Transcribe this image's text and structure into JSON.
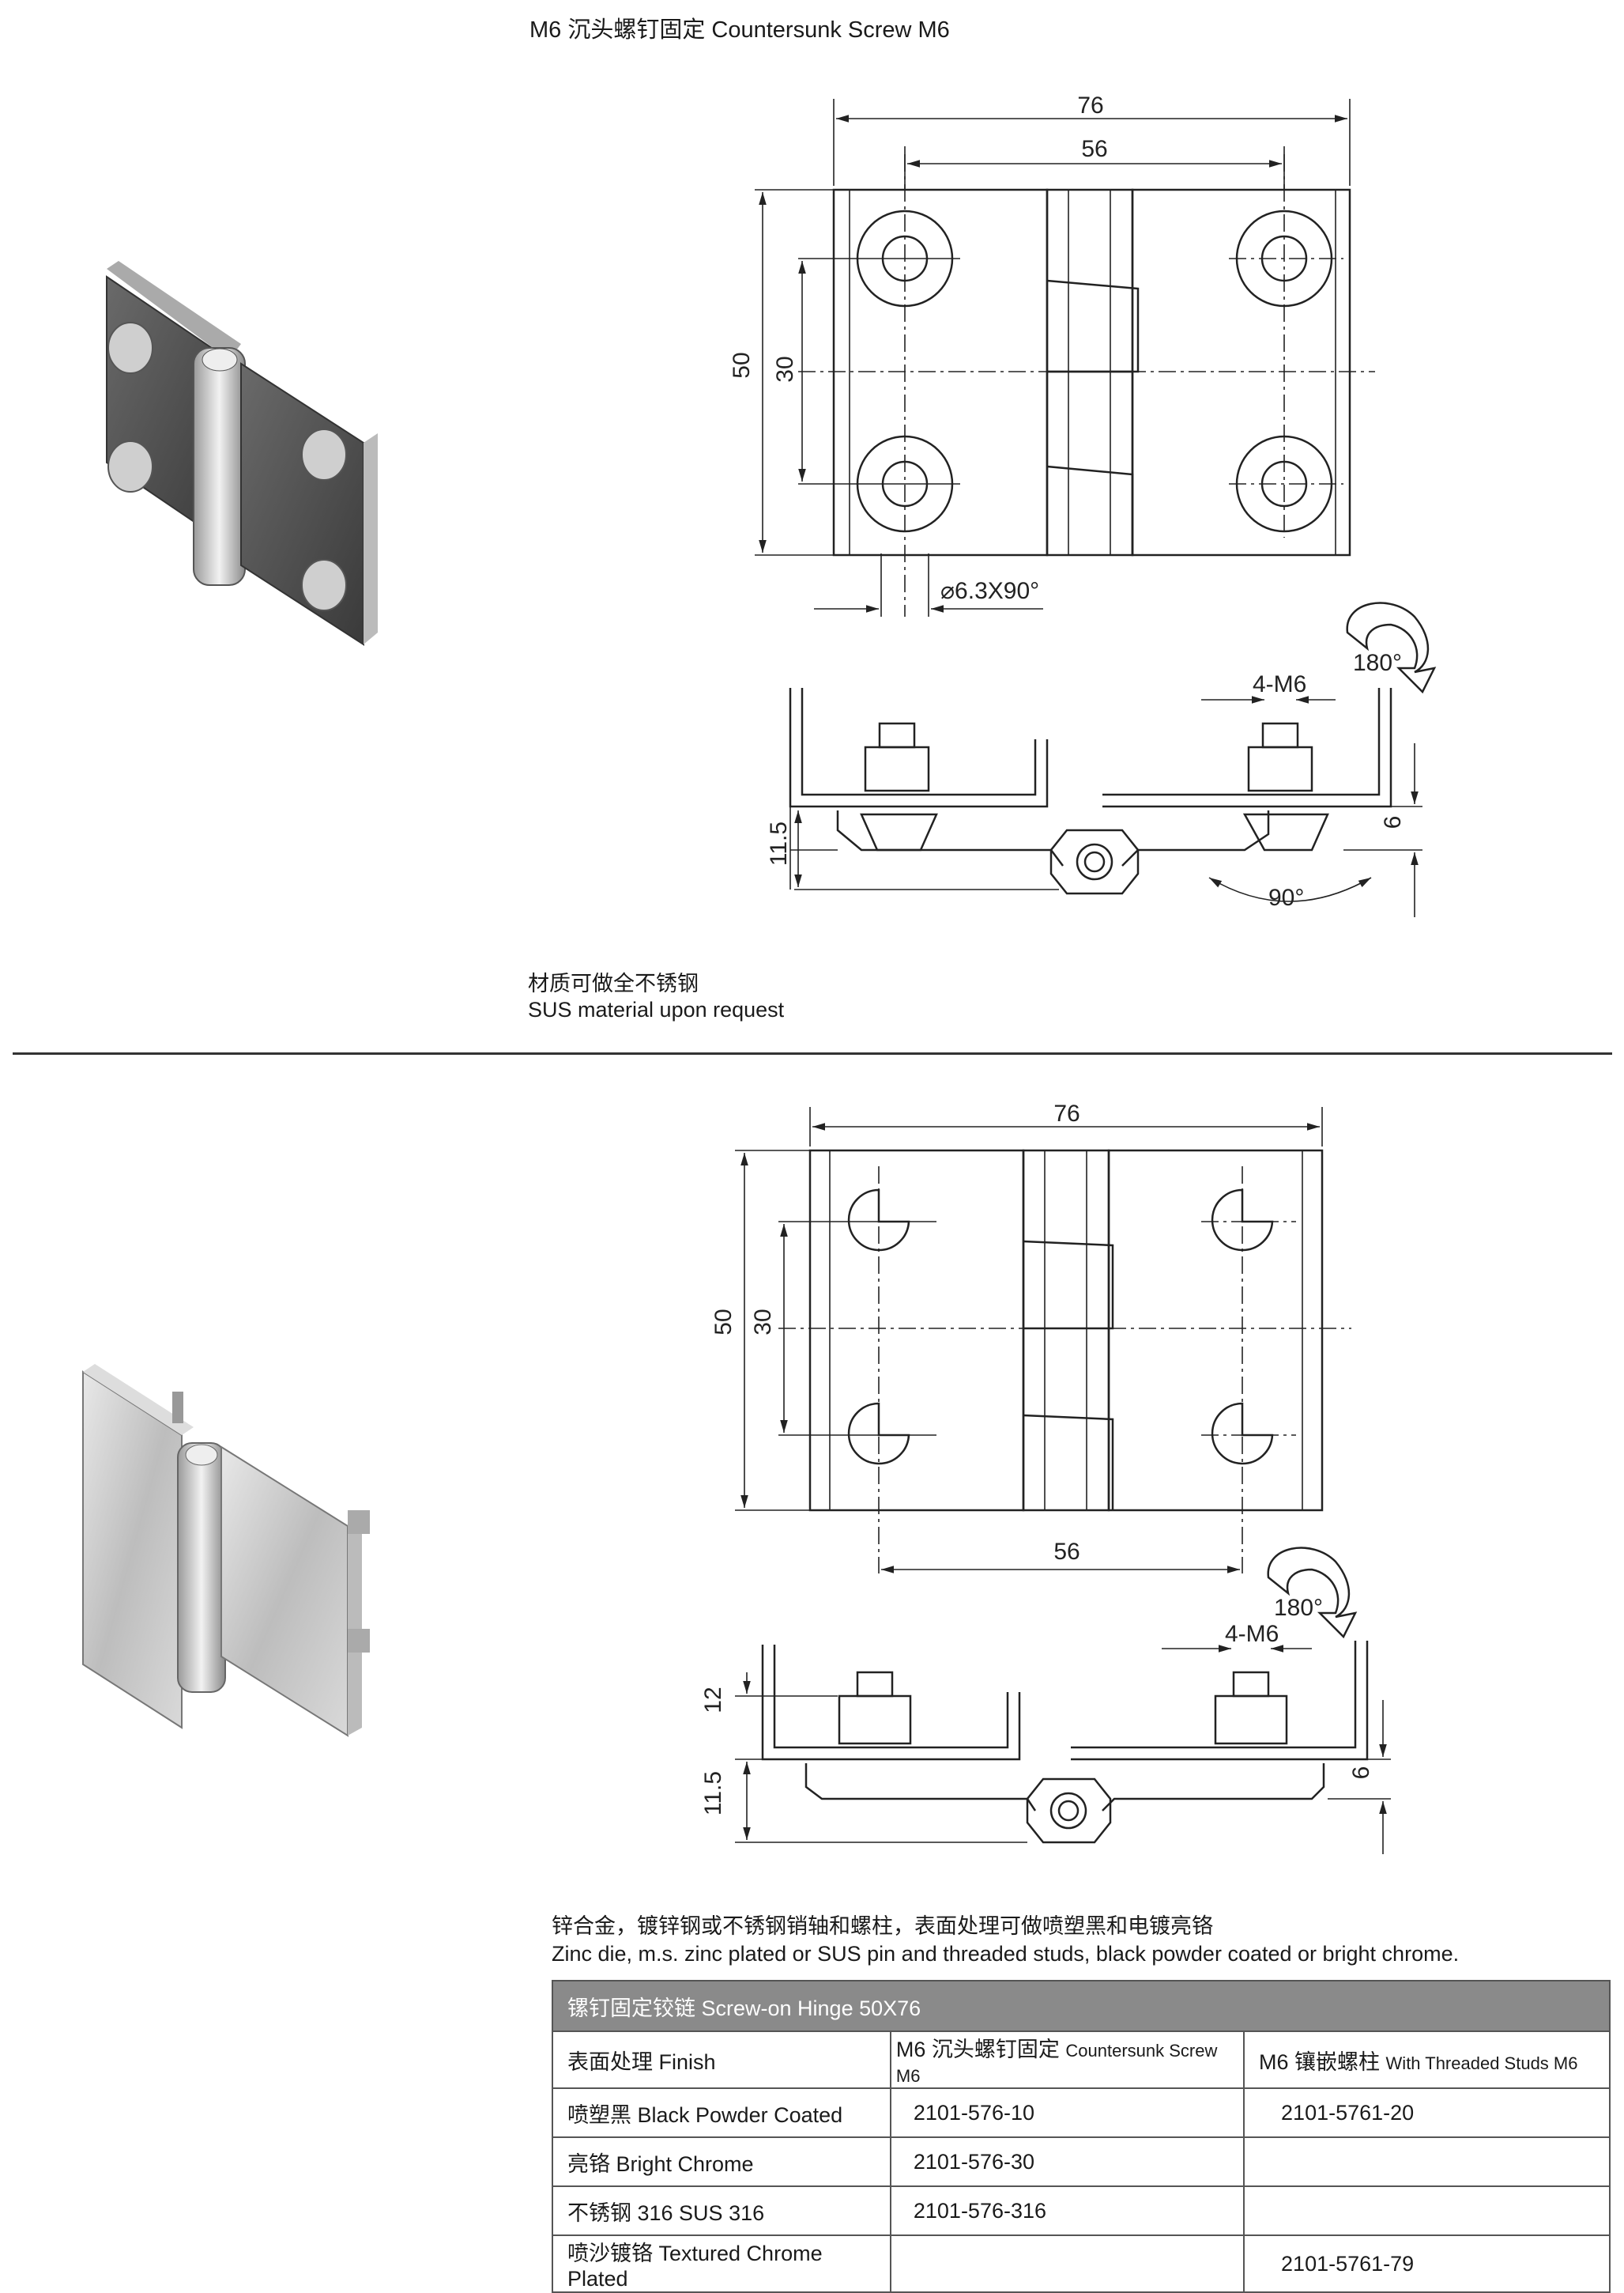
{
  "header": {
    "title": "M6 沉头螺钉固定  Countersunk Screw M6"
  },
  "drawing1": {
    "width_total": "76",
    "hole_spacing_h": "56",
    "height_total": "50",
    "hole_spacing_v": "30",
    "countersink": "⌀6.3X90°",
    "rotation": "180°",
    "thread": "4-M6",
    "depth": "11.5",
    "thickness": "6",
    "angle": "90°"
  },
  "note1": {
    "cn": "材质可做全不锈钢",
    "en": "SUS material upon request"
  },
  "drawing2": {
    "width_total": "76",
    "hole_spacing_h": "56",
    "height_total": "50",
    "hole_spacing_v": "30",
    "rotation": "180°",
    "thread": "4-M6",
    "stud_height": "12",
    "depth": "11.5",
    "thickness": "6"
  },
  "note2": {
    "cn": "锌合金，镀锌钢或不锈钢销轴和螺柱，表面处理可做喷塑黑和电镀亮铬",
    "en": "Zinc die, m.s. zinc plated or SUS pin and threaded studs, black powder coated or bright chrome."
  },
  "table": {
    "title": "镙钉固定铰链  Screw-on Hinge 50X76",
    "header": {
      "finish": "表面处理 Finish",
      "col2_cn": "M6 沉头螺钉固定 ",
      "col2_en": "Countersunk Screw M6",
      "col3_cn": "M6 镶嵌螺柱 ",
      "col3_en": "With Threaded Studs M6"
    },
    "rows": [
      {
        "finish": "喷塑黑 Black Powder Coated",
        "countersunk": "2101-576-10",
        "studs": "2101-5761-20"
      },
      {
        "finish": "亮铬 Bright Chrome",
        "countersunk": "2101-576-30",
        "studs": ""
      },
      {
        "finish": "不锈钢 316 SUS 316",
        "countersunk": "2101-576-316",
        "studs": ""
      },
      {
        "finish": "喷沙镀铬 Textured Chrome Plated",
        "countersunk": "",
        "studs": "2101-5761-79"
      }
    ]
  }
}
